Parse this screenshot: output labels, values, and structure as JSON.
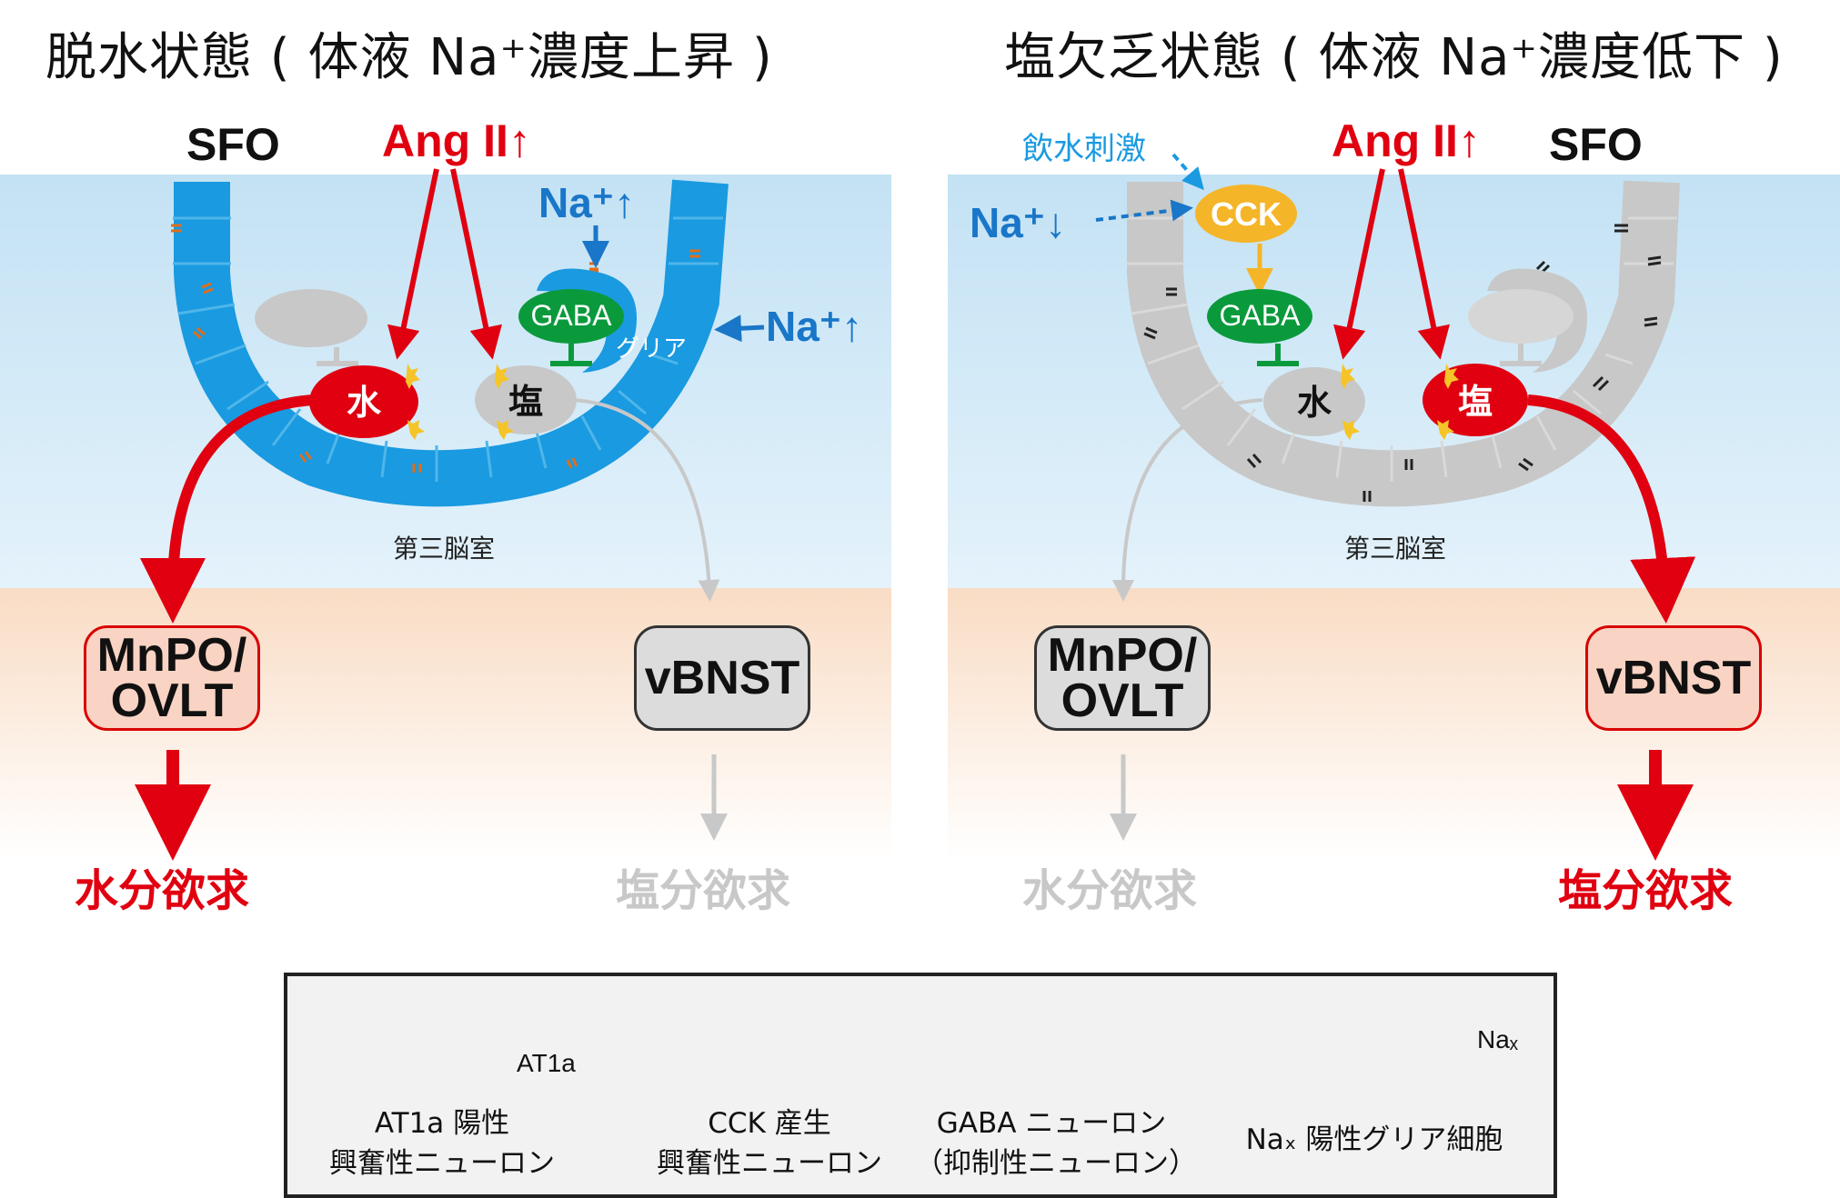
{
  "left": {
    "title": "脱水状態 ( 体液 Na⁺濃度上昇 )",
    "sfo": "SFO",
    "ang": "Ang II",
    "na_top": "Na⁺",
    "na_side": "Na⁺",
    "gaba": "GABA",
    "glia": "グリア",
    "water_neuron": "水",
    "salt_neuron": "塩",
    "ventricle": "第三脳室",
    "target_left": "MnPO/\nOVLT",
    "target_right": "vBNST",
    "outcome_left": "水分欲求",
    "outcome_right": "塩分欲求",
    "active": "water"
  },
  "right": {
    "title": "塩欠乏状態 ( 体液 Na⁺濃度低下 )",
    "sfo": "SFO",
    "ang": "Ang II",
    "na_side": "Na⁺",
    "drink": "飲水刺激",
    "cck": "CCK",
    "gaba": "GABA",
    "water_neuron": "水",
    "salt_neuron": "塩",
    "ventricle": "第三脳室",
    "target_left": "MnPO/\nOVLT",
    "target_right": "vBNST",
    "outcome_left": "水分欲求",
    "outcome_right": "塩分欲求",
    "active": "salt"
  },
  "legend": {
    "at1a_tag": "AT1a",
    "at1a_label": "AT1a 陽性\n興奮性ニューロン",
    "cck_label": "CCK 産生\n興奮性ニューロン",
    "gaba_label": "GABA ニューロン\n（抑制性ニューロン）",
    "nax_tag": "Naₓ",
    "nax_label": "Naₓ 陽性グリア細胞"
  },
  "colors": {
    "red": "#e00010",
    "blue": "#1a9ae0",
    "dark_blue": "#1976c8",
    "green": "#0a9a3c",
    "yellow": "#f5b528",
    "grey": "#c8c8c8",
    "light_blue_bg": "#cfe7f5",
    "peach_bg": "#fbe3cf"
  }
}
